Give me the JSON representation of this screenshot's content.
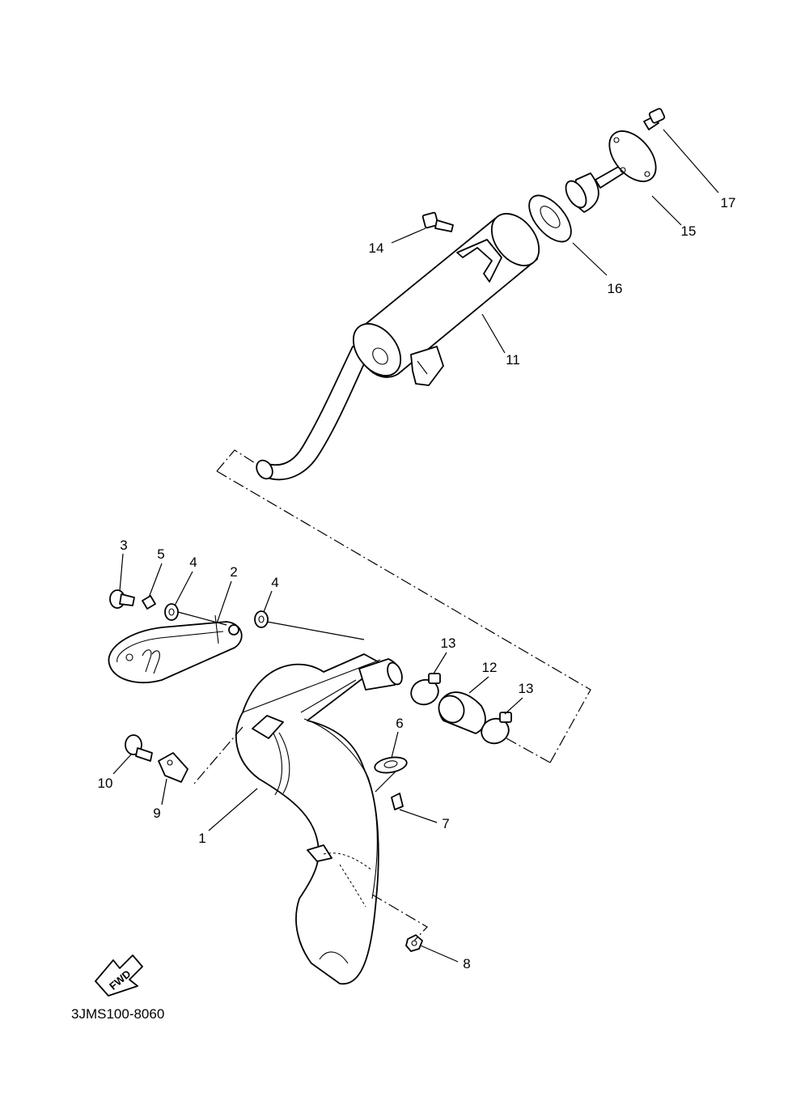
{
  "diagram_code": "3JMS100-8060",
  "fwd_label": "FWD",
  "callouts": {
    "c1": "1",
    "c2": "2",
    "c3": "3",
    "c4a": "4",
    "c4b": "4",
    "c5": "5",
    "c6": "6",
    "c7": "7",
    "c8": "8",
    "c9": "9",
    "c10": "10",
    "c11": "11",
    "c12": "12",
    "c13a": "13",
    "c13b": "13",
    "c14": "14",
    "c15": "15",
    "c16": "16",
    "c17": "17"
  }
}
